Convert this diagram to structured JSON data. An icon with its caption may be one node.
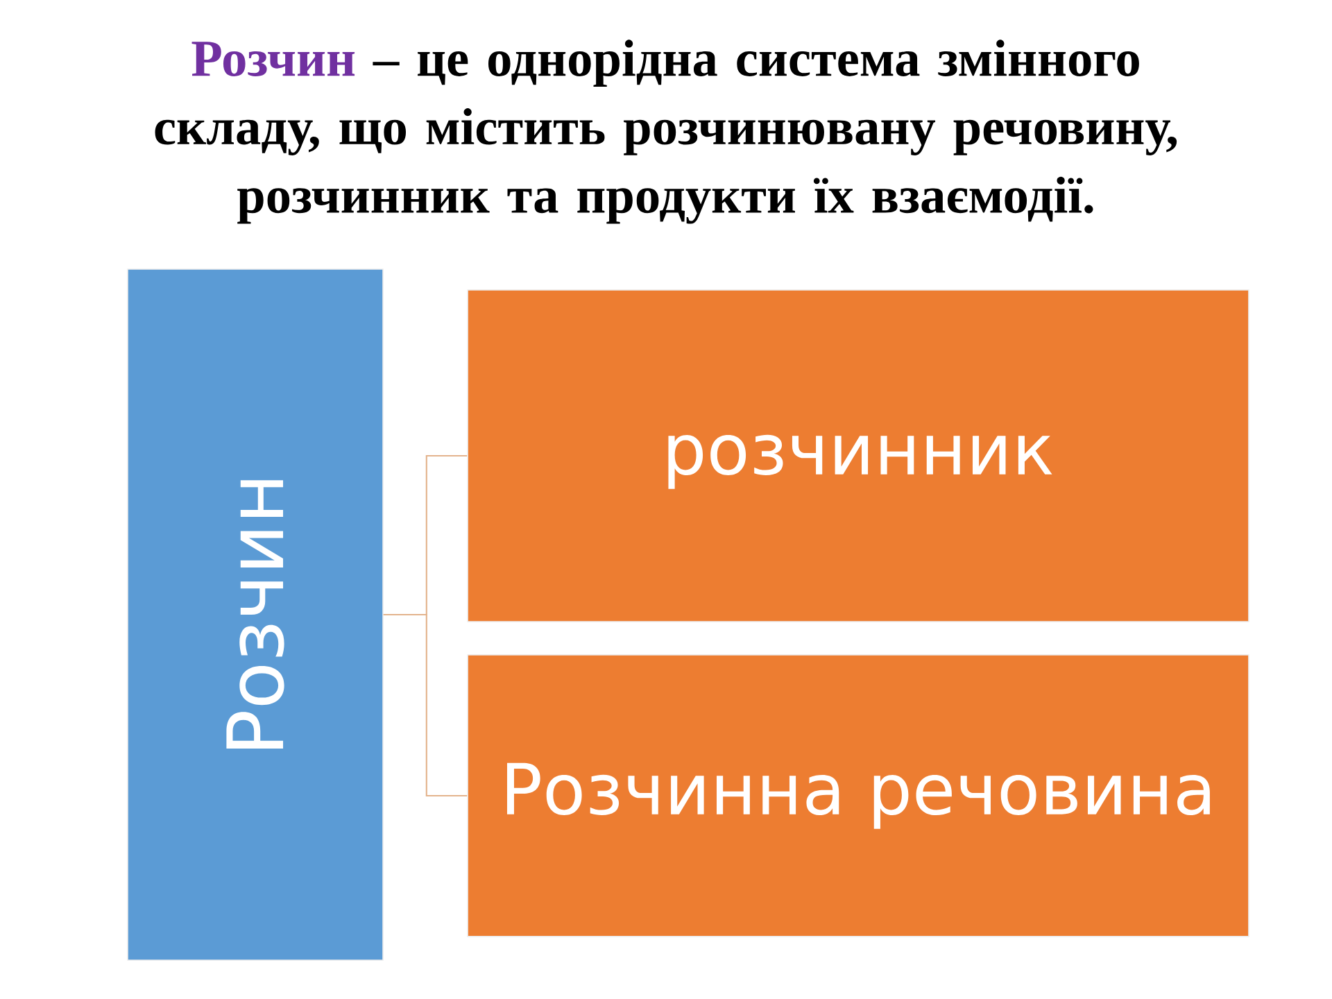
{
  "diagram": {
    "title": "**Розчин** – це однорідна система змінного складу, що  містить розчинювану  речовину, розчинник та продукти їх взаємодії.",
    "nodes": [
      {
        "text": [
          "Розчин"
        ]
      },
      {
        "text": [
          "розчинник"
        ]
      },
      {
        "text": [
          "Розчинна речовина"
        ]
      }
    ],
    "edges": [
      {
        "from": 0,
        "to": 1,
        "arrow": "none"
      },
      {
        "from": 0,
        "to": 2,
        "arrow": "none"
      }
    ]
  }
}
